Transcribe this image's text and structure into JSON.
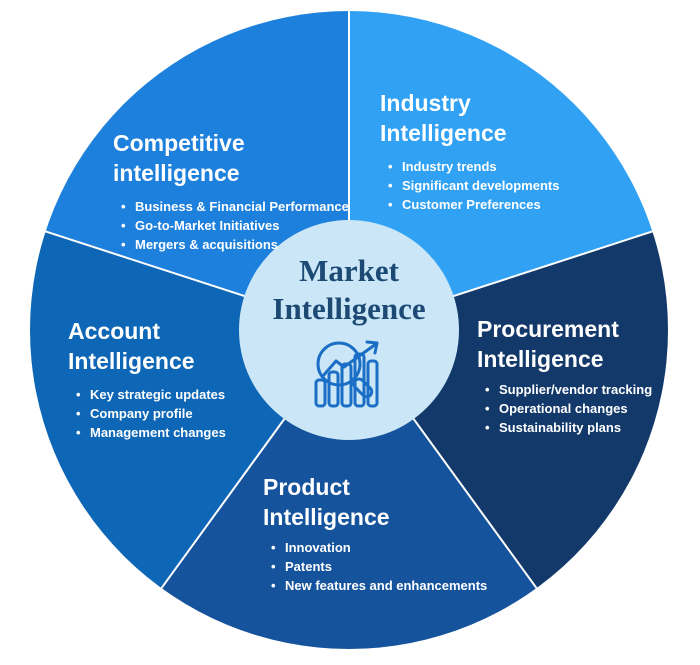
{
  "center": {
    "title_line1": "Market",
    "title_line2": "Intelligence",
    "icon": "magnifier-bar-chart-growth-icon"
  },
  "segments": [
    {
      "id": "industry",
      "title": "Industry Intelligence",
      "color": "#31a1f4",
      "bullets": [
        "Industry trends",
        "Significant developments",
        "Customer Preferences"
      ]
    },
    {
      "id": "procurement",
      "title": "Procurement Intelligence",
      "color": "#13396b",
      "bullets": [
        "Supplier/vendor tracking",
        "Operational changes",
        "Sustainability plans"
      ]
    },
    {
      "id": "product",
      "title": "Product Intelligence",
      "color": "#16539d",
      "bullets": [
        "Innovation",
        "Patents",
        "New features and enhancements"
      ]
    },
    {
      "id": "account",
      "title": "Account Intelligence",
      "color": "#0e67b6",
      "bullets": [
        "Key strategic updates",
        "Company profile",
        "Management changes"
      ]
    },
    {
      "id": "competitive",
      "title": "Competitive intelligence",
      "color": "#1e80dd",
      "bullets": [
        "Business & Financial Performance",
        "Go-to-Market Initiatives",
        "Mergers & acquisitions"
      ]
    }
  ],
  "colors": {
    "background": "#ffffff",
    "center_circle": "#cae6f7",
    "center_text": "#1c4a74",
    "divider": "#ffffff",
    "segment_text": "#ffffff",
    "icon_stroke": "#1a6ec5"
  }
}
